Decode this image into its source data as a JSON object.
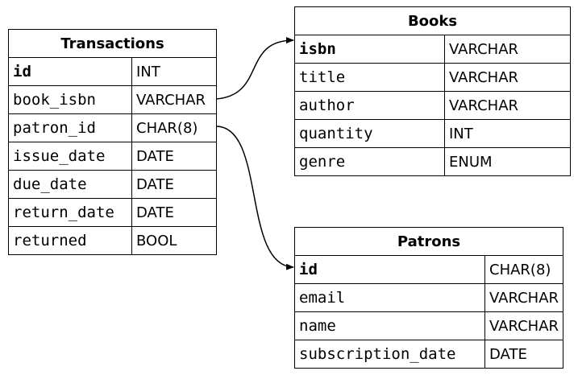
{
  "tables": {
    "transactions": {
      "title": "Transactions",
      "columns": [
        {
          "name": "id",
          "type": "INT",
          "pk": true
        },
        {
          "name": "book_isbn",
          "type": "VARCHAR"
        },
        {
          "name": "patron_id",
          "type": "CHAR(8)"
        },
        {
          "name": "issue_date",
          "type": "DATE"
        },
        {
          "name": "due_date",
          "type": "DATE"
        },
        {
          "name": "return_date",
          "type": "DATE"
        },
        {
          "name": "returned",
          "type": "BOOL"
        }
      ]
    },
    "books": {
      "title": "Books",
      "columns": [
        {
          "name": "isbn",
          "type": "VARCHAR",
          "pk": true
        },
        {
          "name": "title",
          "type": "VARCHAR"
        },
        {
          "name": "author",
          "type": "VARCHAR"
        },
        {
          "name": "quantity",
          "type": "INT"
        },
        {
          "name": "genre",
          "type": "ENUM"
        }
      ]
    },
    "patrons": {
      "title": "Patrons",
      "columns": [
        {
          "name": "id",
          "type": "CHAR(8)",
          "pk": true
        },
        {
          "name": "email",
          "type": "VARCHAR"
        },
        {
          "name": "name",
          "type": "VARCHAR"
        },
        {
          "name": "subscription_date",
          "type": "DATE"
        }
      ]
    }
  },
  "relations": [
    {
      "from": "Transactions.book_isbn",
      "to": "Books.isbn"
    },
    {
      "from": "Transactions.patron_id",
      "to": "Patrons.id"
    }
  ]
}
